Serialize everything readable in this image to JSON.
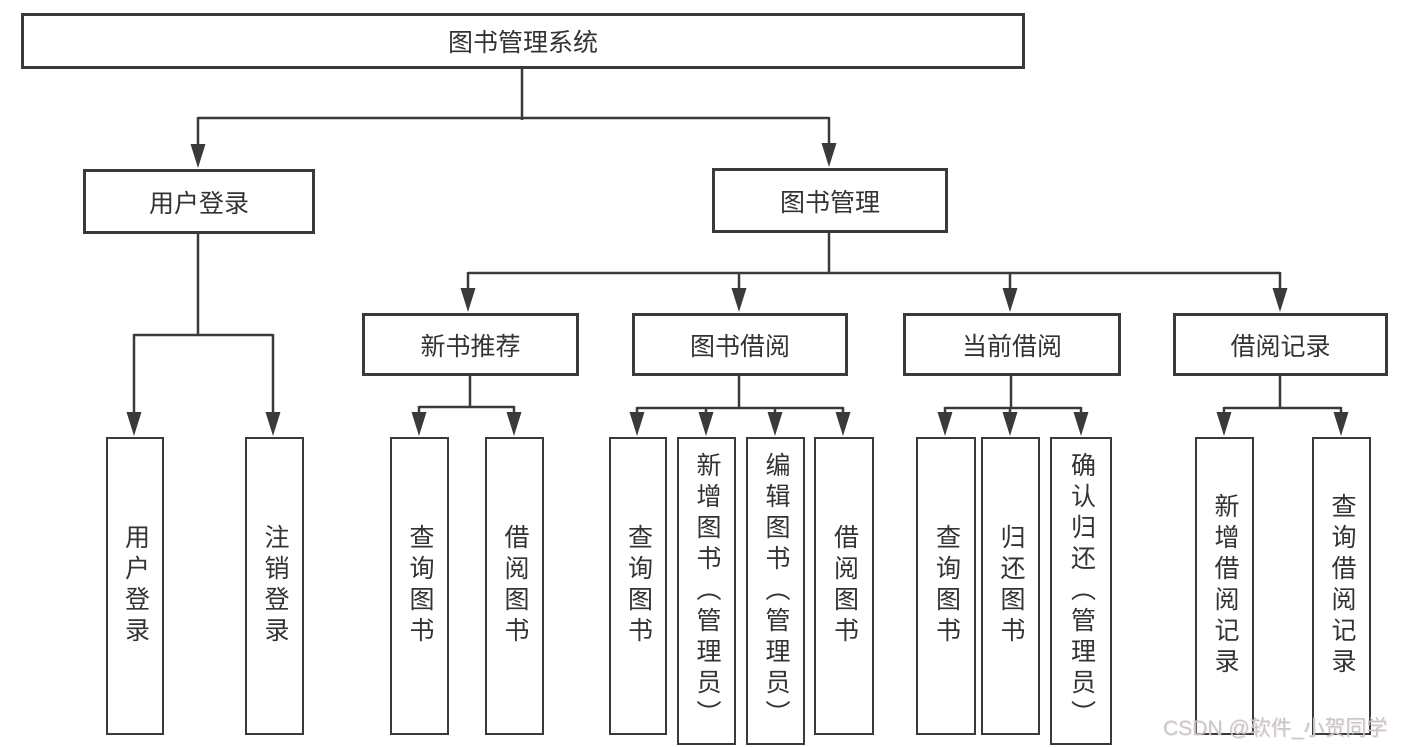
{
  "colors": {
    "line": "#3a3a3a",
    "box_border": "#3a3a3a",
    "box_background": "#ffffff",
    "text": "#333333",
    "watermark": "#c7c7c7"
  },
  "tree": {
    "root": {
      "label": "图书管理系统",
      "children": [
        {
          "label": "用户登录",
          "children": [
            {
              "label": "用户登录"
            },
            {
              "label": "注销登录"
            }
          ]
        },
        {
          "label": "图书管理",
          "children": [
            {
              "label": "新书推荐",
              "children": [
                {
                  "label": "查询图书"
                },
                {
                  "label": "借阅图书"
                }
              ]
            },
            {
              "label": "图书借阅",
              "children": [
                {
                  "label": "查询图书"
                },
                {
                  "label": "新增图书（管理员）"
                },
                {
                  "label": "编辑图书（管理员）"
                },
                {
                  "label": "借阅图书"
                }
              ]
            },
            {
              "label": "当前借阅",
              "children": [
                {
                  "label": "查询图书"
                },
                {
                  "label": "归还图书"
                },
                {
                  "label": "确认归还（管理员）"
                }
              ]
            },
            {
              "label": "借阅记录",
              "children": [
                {
                  "label": "新增借阅记录"
                },
                {
                  "label": "查询借阅记录"
                }
              ]
            }
          ]
        }
      ]
    }
  },
  "watermark": {
    "text": "CSDN @软件_小贺同学"
  }
}
